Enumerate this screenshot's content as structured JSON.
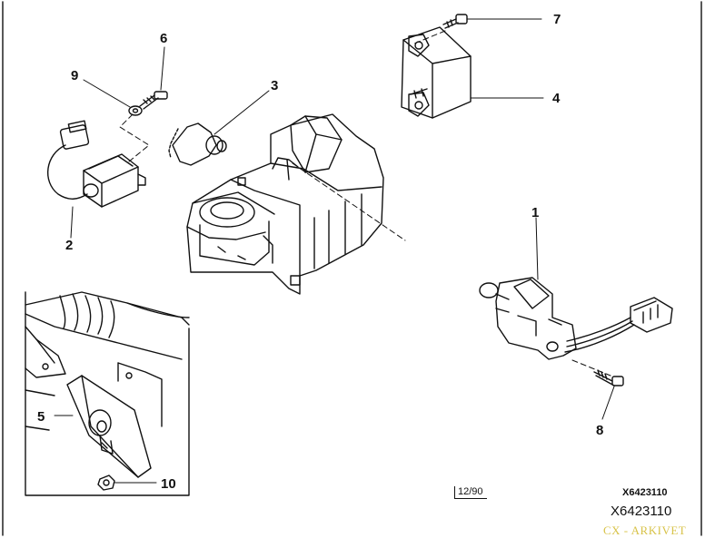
{
  "callouts": {
    "c1": "1",
    "c2": "2",
    "c3": "3",
    "c4": "4",
    "c5": "5",
    "c6": "6",
    "c7": "7",
    "c8": "8",
    "c9": "9",
    "c10": "10"
  },
  "footer": {
    "date_code": "12/90",
    "ref_code": "X6423110",
    "ref_code_large": "X6423110"
  },
  "watermark": "CX - ARKIVET",
  "colors": {
    "ink": "#111111",
    "watermark": "#d8c34a",
    "background": "#ffffff"
  }
}
